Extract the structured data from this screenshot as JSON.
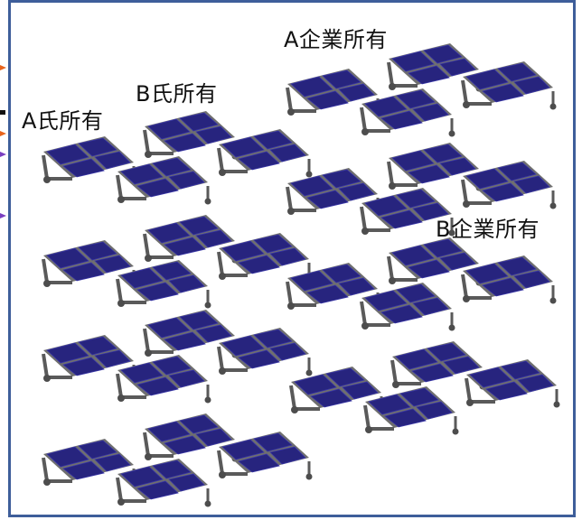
{
  "labels": {
    "a_person": "A氏所有",
    "b_person": "B氏所有",
    "a_company": "A企業所有",
    "b_company": "B企業所有"
  },
  "colors": {
    "frame": "#3e5e9a",
    "frame_metal": "#6f6f6f",
    "panel_fill": "#27247e",
    "panel_edge": "#3a37a8",
    "marker_orange": "#e8641c",
    "marker_purple": "#7a3fc0"
  },
  "icons": [
    "solar-panel-array-icon"
  ]
}
